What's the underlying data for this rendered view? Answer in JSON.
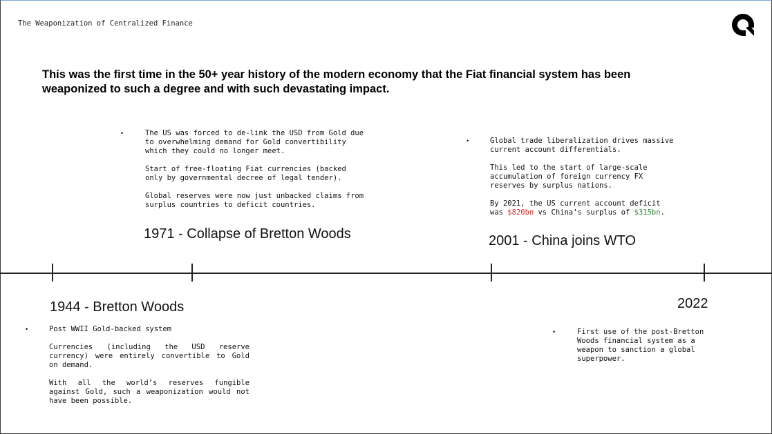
{
  "header": {
    "deck_title": "The Weaponization of Centralized Finance",
    "logo_icon": "brand-logo-icon"
  },
  "headline": {
    "line1": "This was the first time in the 50+ year history of the modern economy that the Fiat financial system has been",
    "line2": "weaponized to such a degree and with such devastating impact."
  },
  "timeline": {
    "events": [
      {
        "title": "1944 - Bretton Woods",
        "paragraphs": [
          "Post WWII Gold-backed system",
          "Currencies (including the USD reserve currency) were entirely convertible to Gold on demand.",
          "With all the world’s reserves fungible against Gold, such a weaponization would not have been possible."
        ]
      },
      {
        "title": "1971 - Collapse of Bretton Woods",
        "paragraphs": [
          "The US was forced to de-link the USD from Gold due\nto overwhelming demand for Gold convertibility\nwhich they could no longer meet.",
          "Start of free-floating Fiat currencies (backed\nonly by governmental decree of legal tender).",
          "Global reserves were now just unbacked claims from\nsurplus countries to deficit countries."
        ]
      },
      {
        "title": "2001 - China joins WTO",
        "paragraphs": [
          "Global trade liberalization drives massive\ncurrent account differentials.",
          "This led to the start of large-scale\naccumulation of foreign currency FX\nreserves by surplus nations."
        ],
        "last_paragraph": {
          "prefix": "By 2021, the US current account deficit\nwas ",
          "us_deficit": "$820bn",
          "middle": " vs China’s surplus of ",
          "china_surplus": "$315bn",
          "suffix": "."
        }
      },
      {
        "title": "2022",
        "paragraphs": [
          "First use of the post-Bretton\nWoods financial system as a\nweapon to sanction a global\nsuperpower."
        ]
      }
    ]
  },
  "colors": {
    "deficit_red": "#e0302a",
    "surplus_green": "#2e8b3a",
    "text": "#111111"
  },
  "bullet_symbol": "•"
}
